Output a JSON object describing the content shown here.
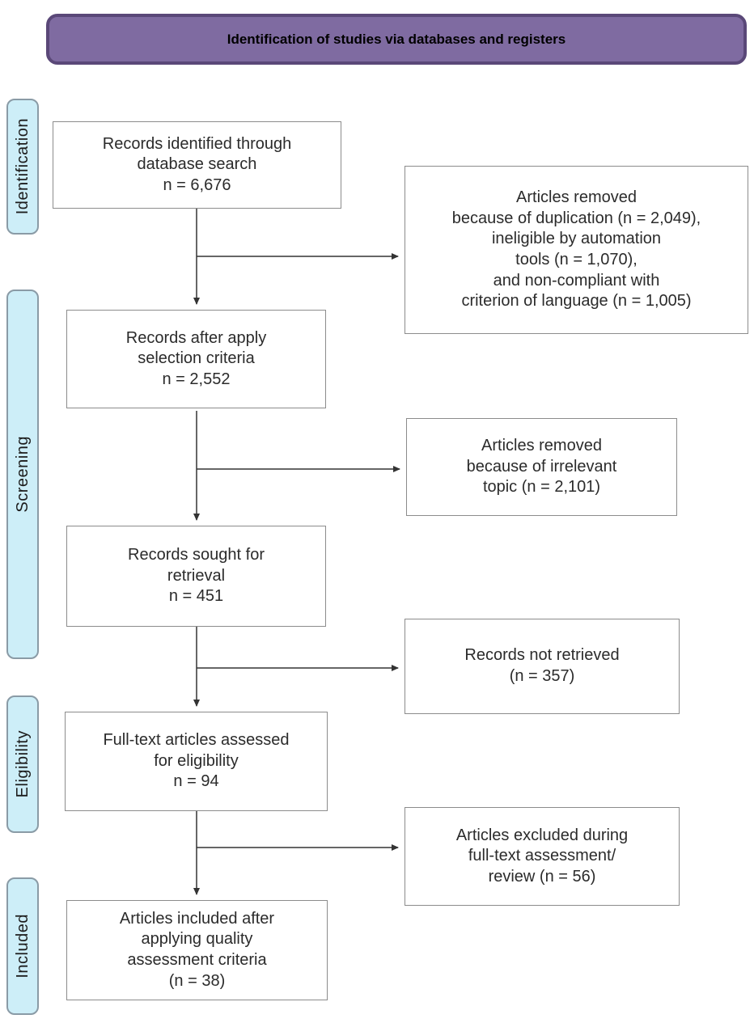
{
  "header": {
    "title": "Identification of studies via databases and registers"
  },
  "stages": [
    {
      "label": "Identification"
    },
    {
      "label": "Screening"
    },
    {
      "label": "Eligibility"
    },
    {
      "label": "Included"
    }
  ],
  "main_boxes": [
    {
      "text": "Records identified through\ndatabase search\nn = 6,676"
    },
    {
      "text": "Records after apply\nselection criteria\nn = 2,552"
    },
    {
      "text": "Records sought for\nretrieval\nn = 451"
    },
    {
      "text": "Full-text articles assessed\nfor eligibility\nn = 94"
    },
    {
      "text": "Articles included after\napplying quality\nassessment criteria\n(n = 38)"
    }
  ],
  "side_boxes": [
    {
      "text": "Articles removed\nbecause of duplication (n = 2,049),\nineligible by automation\ntools (n = 1,070),\nand non-compliant with\ncriterion of language (n = 1,005)"
    },
    {
      "text": "Articles removed\nbecause of irrelevant\ntopic (n = 2,101)"
    },
    {
      "text": "Records not retrieved\n(n = 357)"
    },
    {
      "text": "Articles excluded during\nfull-text assessment/\nreview (n = 56)"
    }
  ],
  "colors": {
    "header_fill": "#7f6ba1",
    "header_border": "#5a4878",
    "stage_fill": "#cdeef8",
    "stage_border": "#8a9ba6",
    "box_border": "#8c8c8c",
    "line_color": "#333333",
    "text_color": "#2e2e2e"
  }
}
